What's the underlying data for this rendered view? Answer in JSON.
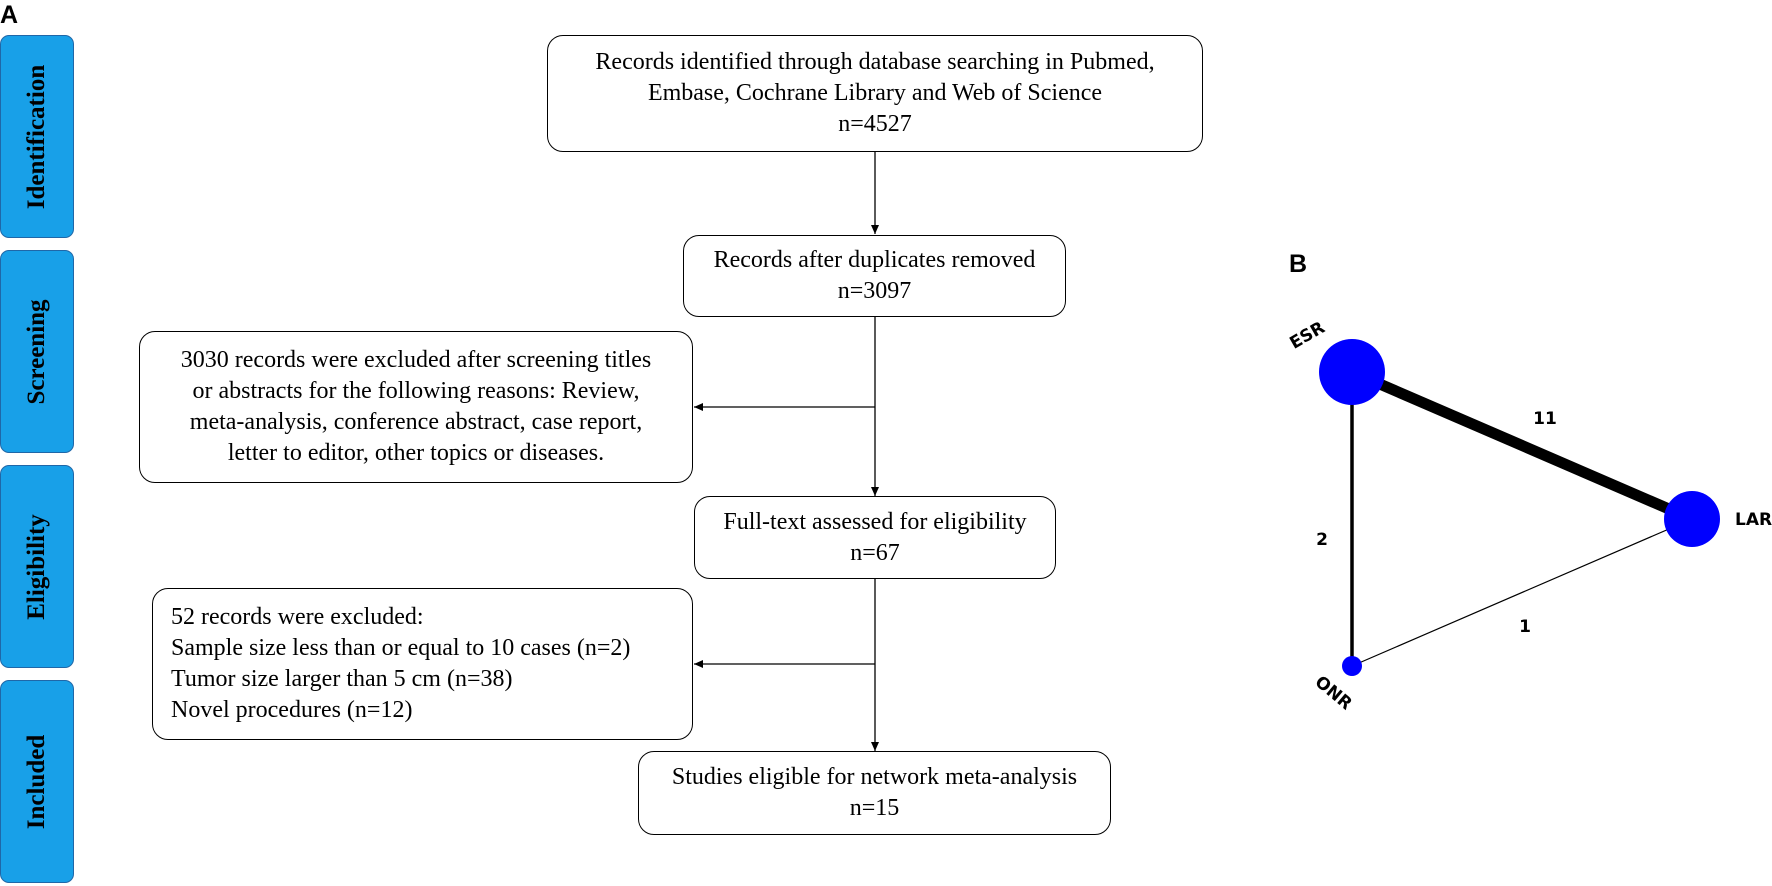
{
  "panels": {
    "a": "A",
    "b": "B"
  },
  "stages": [
    "Identification",
    "Screening",
    "Eligibility",
    "Included"
  ],
  "flow": {
    "identified": [
      "Records identified through database searching in Pubmed,",
      "Embase, Cochrane Library and Web of Science",
      "n=4527"
    ],
    "duplicates_removed": [
      "Records after duplicates removed",
      "n=3097"
    ],
    "excluded_screening": [
      "3030 records were excluded after screening titles",
      "or abstracts for the following reasons: Review,",
      "meta-analysis, conference abstract, case report,",
      "letter to editor, other topics or diseases."
    ],
    "full_text": [
      "Full-text assessed for eligibility",
      "n=67"
    ],
    "excluded_full_text": [
      "52 records were excluded:",
      "Sample size less than or equal to 10 cases (n=2)",
      "Tumor size larger than 5 cm (n=38)",
      "Novel procedures (n=12)"
    ],
    "included": [
      "Studies eligible for network meta-analysis",
      "n=15"
    ]
  },
  "network": {
    "nodes": [
      {
        "id": "esr",
        "label": "ESR"
      },
      {
        "id": "lar",
        "label": "LAR"
      },
      {
        "id": "onr",
        "label": "ONR"
      }
    ],
    "edges": [
      {
        "from": "ESR",
        "to": "LAR",
        "studies": 11
      },
      {
        "from": "ESR",
        "to": "ONR",
        "studies": 2
      },
      {
        "from": "ONR",
        "to": "LAR",
        "studies": 1
      }
    ],
    "node_color": "#0000ff"
  }
}
